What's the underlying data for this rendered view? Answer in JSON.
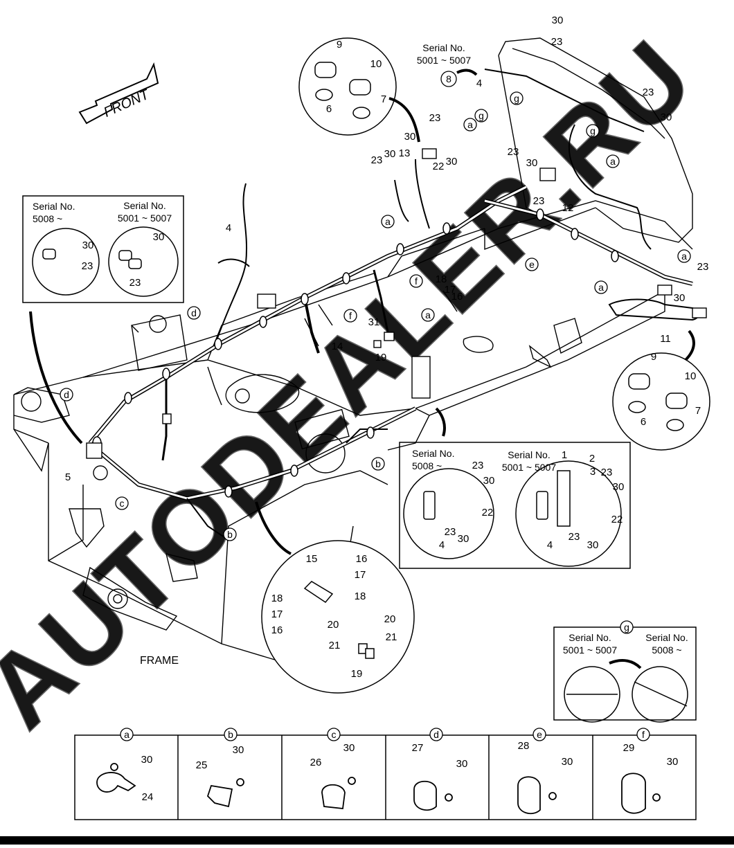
{
  "front_label": "FRONT",
  "frame_label": "FRAME",
  "serial_texts": {
    "top": [
      "Serial No.",
      "5001 ~ 5007"
    ],
    "left_a": [
      "Serial No.",
      "5008 ~"
    ],
    "left_b": [
      "Serial No.",
      "5001 ~ 5007"
    ],
    "mid_a": [
      "Serial No.",
      "5008 ~"
    ],
    "mid_b": [
      "Serial No.",
      "5001 ~ 5007"
    ],
    "g_a": [
      "Serial No.",
      "5001 ~ 5007"
    ],
    "g_b": [
      "Serial No.",
      "5008 ~"
    ]
  },
  "circled_letters": [
    "a",
    "b",
    "c",
    "d",
    "e",
    "f",
    "g"
  ],
  "circled_number": "8",
  "part_labels": [
    "1",
    "2",
    "3",
    "4",
    "5",
    "6",
    "7",
    "9",
    "10",
    "11",
    "12",
    "13",
    "14",
    "15",
    "16",
    "17",
    "18",
    "19",
    "20",
    "21",
    "22",
    "23",
    "24",
    "25",
    "26",
    "27",
    "28",
    "29",
    "30",
    "31"
  ],
  "clamp_table": [
    {
      "key": "a",
      "part": "24",
      "bolt": "30"
    },
    {
      "key": "b",
      "part": "25",
      "bolt": "30"
    },
    {
      "key": "c",
      "part": "26",
      "bolt": "30"
    },
    {
      "key": "d",
      "part": "27",
      "bolt": "30"
    },
    {
      "key": "e",
      "part": "28",
      "bolt": "30"
    },
    {
      "key": "f",
      "part": "29",
      "bolt": "30"
    }
  ],
  "watermark": "AUTODEALER.RU"
}
